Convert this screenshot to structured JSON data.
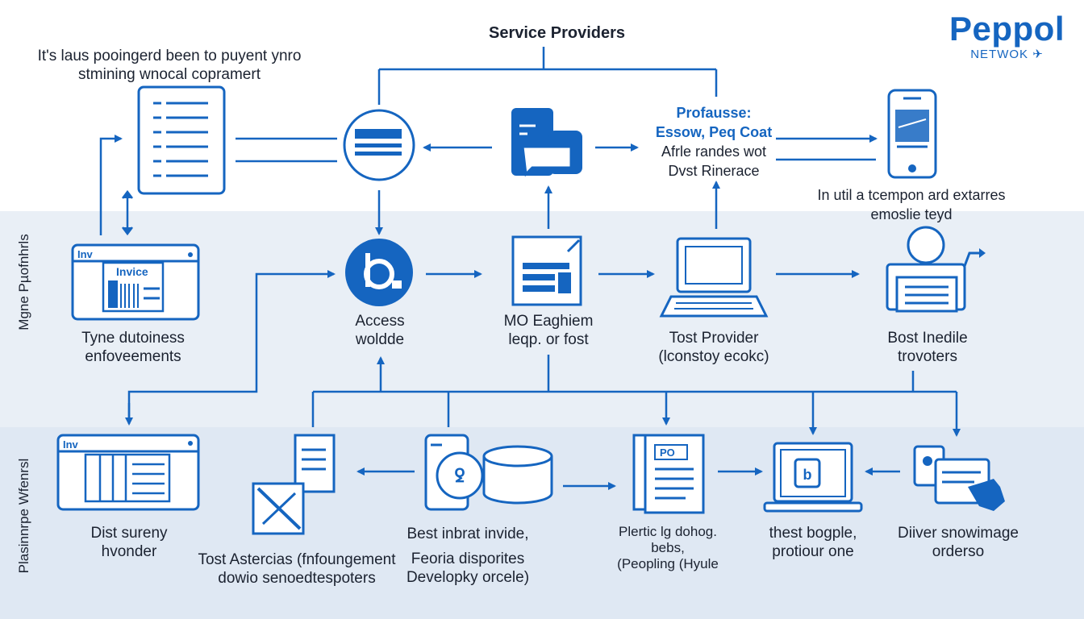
{
  "title": "Service Providers",
  "logo": {
    "main": "Peppol",
    "sub": "NETWOK"
  },
  "lanes": [
    {
      "label": "Mgne Pµofnhrls"
    },
    {
      "label": "Plasinnrpe Wfenrsl"
    }
  ],
  "top_note": {
    "line1": "It's laus pooingerd been to puyent ynro",
    "line2": "stmining wnocal copramert"
  },
  "right_note": {
    "line1": "In util a tcempon ard extarres",
    "line2": "emoslie teyd"
  },
  "procurement_box": {
    "line1": "Profausse:",
    "line2": "Essow, Peq Coat",
    "line3": "Afrle randes wot",
    "line4": "Dvst Rinerace"
  },
  "nodes": {
    "access": {
      "line1": "Access",
      "line2": "woldde"
    },
    "engine": {
      "line1": "MO Eaghiem",
      "line2": "leqp. or fost"
    },
    "tost_provider": {
      "line1": "Tost Provider",
      "line2": "(lconstoy ecokc)"
    },
    "bost_inedile": {
      "line1": "Bost Inedile",
      "line2": "trovoters"
    },
    "tyne": {
      "line1": "Tyne dutoiness",
      "line2": "enfoveements"
    },
    "dist_sureny": {
      "line1": "Dist sureny",
      "line2": "hvonder"
    },
    "tost_astercias": {
      "line1": "Tost Astercias (fnfoungement",
      "line2": "dowio senoedtespoters"
    },
    "best_inbrat": {
      "line1": "Best inbrat invide,",
      "line2": "Feoria disporites",
      "line3": "Developky orcele)"
    },
    "plertic": {
      "line1": "Plertic lg dohog.",
      "line2": "bebs,",
      "line3": "(Peopling (Hyule"
    },
    "thest_bogple": {
      "line1": "thest bogple,",
      "line2": "protiour one"
    },
    "diver": {
      "line1": "Diiver snowimage",
      "line2": "orderso"
    }
  },
  "icon_labels": {
    "invoice_header": "Invice",
    "invoice_tag": "Inv",
    "doc_tag": "PO"
  },
  "colors": {
    "primary": "#1565c0",
    "band_mid": "#e9eff6",
    "band_bot": "#dfe8f3",
    "text": "#1b2230"
  },
  "icons": [
    "document-list-icon",
    "server-icon",
    "smartphone-icon",
    "invoice-window-icon",
    "peppol-b-icon",
    "form-icon",
    "laptop-icon",
    "user-printer-icon",
    "browser-table-icon",
    "documents-edit-icon",
    "database-icon",
    "pdf-doc-icon",
    "monitor-icon",
    "hand-card-icon"
  ]
}
